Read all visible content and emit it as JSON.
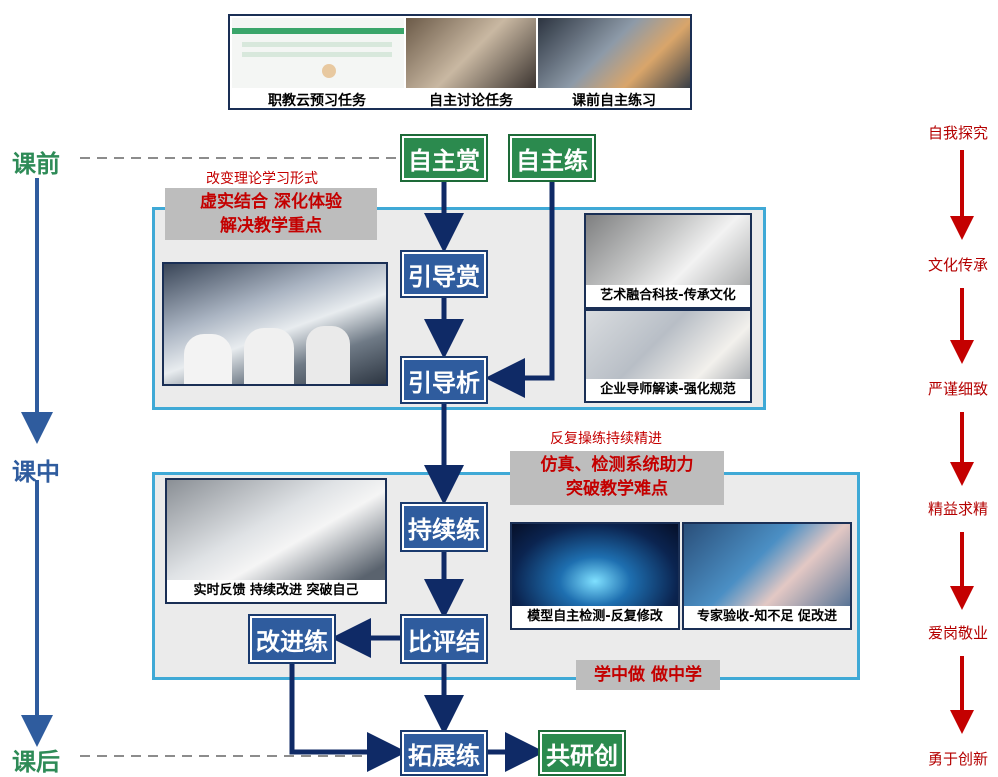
{
  "stages": {
    "before": "课前",
    "during": "课中",
    "after": "课后"
  },
  "top_captions": [
    "职教云预习任务",
    "自主讨论任务",
    "课前自主练习"
  ],
  "nodes": {
    "zizhushang": "自主赏",
    "zizhulian": "自主练",
    "yindaoshang": "引导赏",
    "yindaoxi": "引导析",
    "chixulian": "持续练",
    "bipingjie": "比评结",
    "gaijinlian": "改进练",
    "tuozhanlian": "拓展练",
    "gongyanchuang": "共研创"
  },
  "panel1": {
    "caption": "改变理论学习形式",
    "box_line1": "虚实结合 深化体验",
    "box_line2": "解决教学重点",
    "photo_caption_1": "艺术融合科技-传承文化",
    "photo_caption_2": "企业导师解读-强化规范"
  },
  "panel2": {
    "caption": "反复操练持续精进",
    "box_line1": "仿真、检测系统助力",
    "box_line2": "突破教学难点",
    "photo_caption_1": "实时反馈 持续改进 突破自己",
    "photo_caption_2": "模型自主检测-反复修改",
    "photo_caption_3": "专家验收-知不足 促改进",
    "bottom_tag": "学中做  做中学"
  },
  "values": [
    "自我探究",
    "文化传承",
    "严谨细致",
    "精益求精",
    "爱岗敬业",
    "勇于创新"
  ],
  "colors": {
    "green": "#2b8a4e",
    "blue": "#2f5c9e",
    "navy": "#0f2a66",
    "red": "#c40000",
    "panel_border": "#3fa9d6"
  }
}
